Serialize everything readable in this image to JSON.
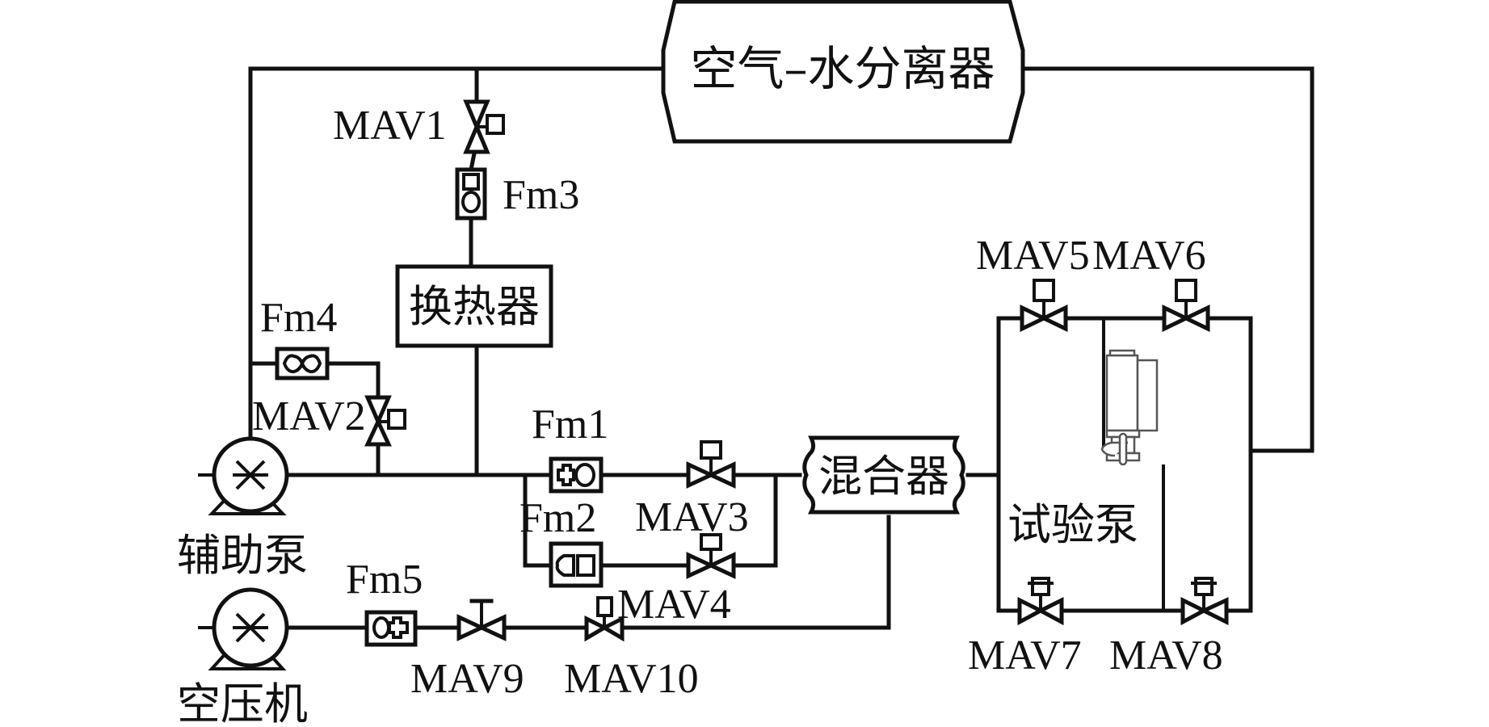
{
  "diagram": {
    "title": "",
    "components": {
      "separator": {
        "label": "空气–水分离器"
      },
      "heat_exchanger": {
        "label": "换热器"
      },
      "mixer": {
        "label": "混合器"
      },
      "aux_pump": {
        "label": "辅助泵"
      },
      "air_compressor": {
        "label": "空压机"
      },
      "test_pump": {
        "label": "试验泵"
      }
    },
    "flowmeters": {
      "fm1": "Fm1",
      "fm2": "Fm2",
      "fm3": "Fm3",
      "fm4": "Fm4",
      "fm5": "Fm5"
    },
    "valves": {
      "mav1": "MAV1",
      "mav2": "MAV2",
      "mav3": "MAV3",
      "mav4": "MAV4",
      "mav5": "MAV5",
      "mav6": "MAV6",
      "mav7": "MAV7",
      "mav8": "MAV8",
      "mav9": "MAV9",
      "mav10": "MAV10"
    },
    "colors": {
      "line": "#111111",
      "background": "#ffffff"
    }
  }
}
